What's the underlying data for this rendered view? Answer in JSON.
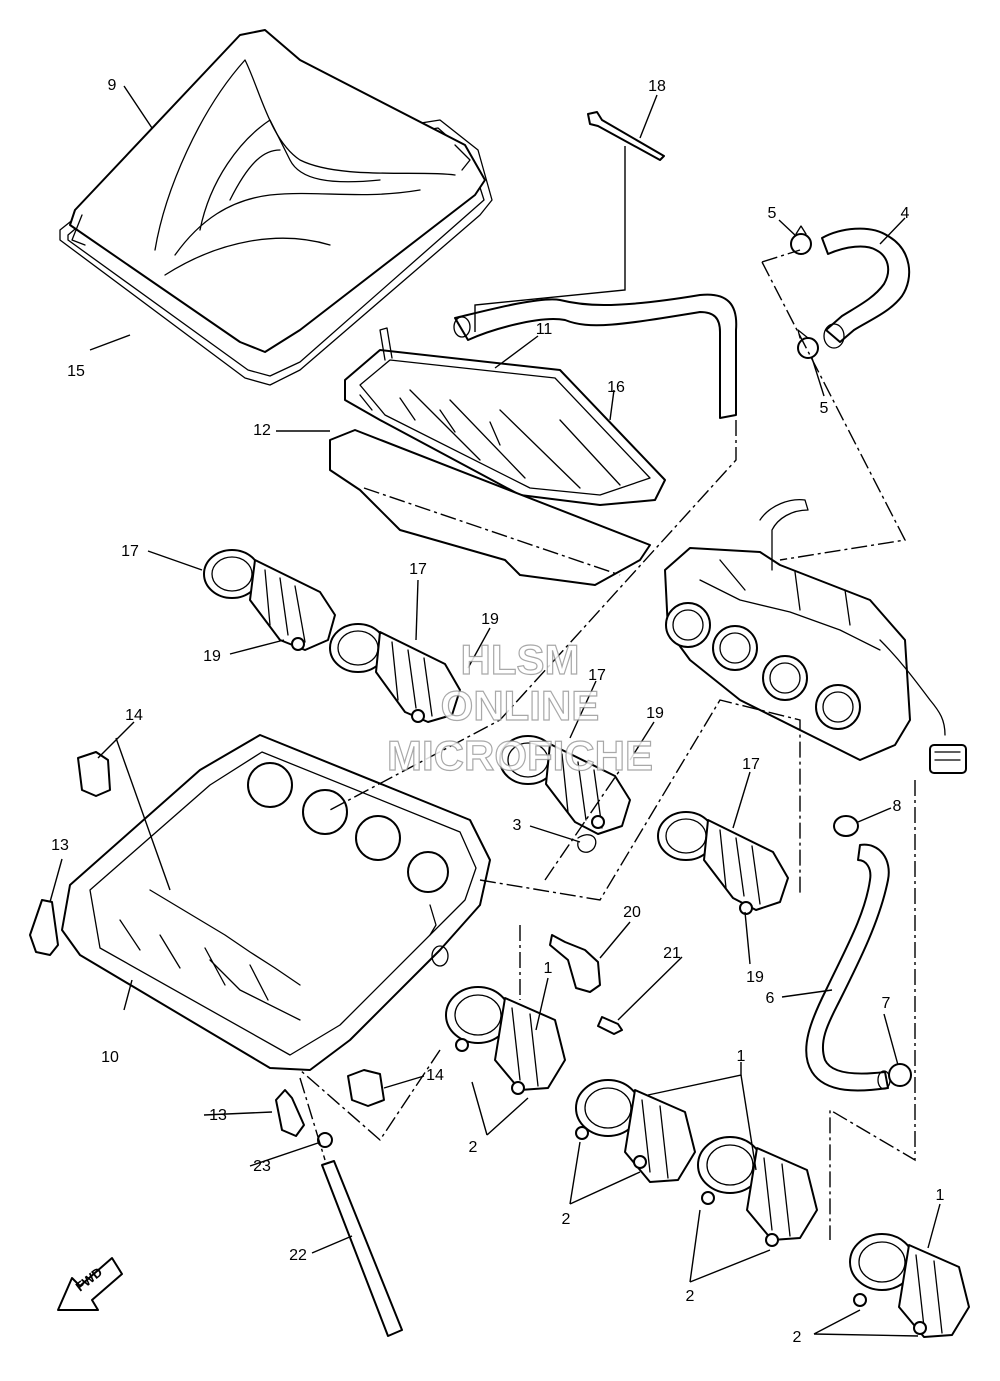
{
  "diagram": {
    "callouts": [
      "1",
      "2",
      "3",
      "4",
      "5",
      "6",
      "7",
      "8",
      "9",
      "10",
      "11",
      "12",
      "13",
      "14",
      "15",
      "16",
      "17",
      "18",
      "19",
      "20",
      "21",
      "22",
      "23"
    ],
    "watermark": {
      "line1": "HLSM",
      "line2": "ONLINE",
      "line3": "MICROFICHE"
    },
    "direction_arrow": "FWD"
  }
}
